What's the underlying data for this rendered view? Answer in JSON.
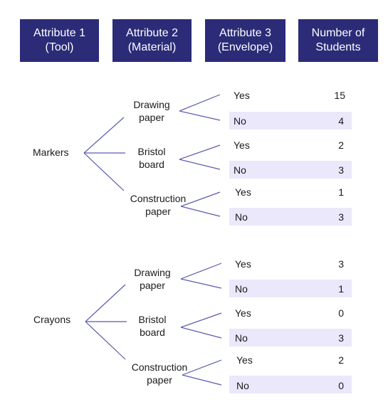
{
  "headers": [
    {
      "line1": "Attribute 1",
      "line2": "(Tool)"
    },
    {
      "line1": "Attribute 2",
      "line2": "(Material)"
    },
    {
      "line1": "Attribute 3",
      "line2": "(Envelope)"
    },
    {
      "line1": "Number of",
      "line2": "Students"
    }
  ],
  "tree": [
    {
      "tool": "Markers",
      "materials": [
        {
          "line1": "Drawing",
          "line2": "paper",
          "yes": {
            "label": "Yes",
            "count": "15"
          },
          "no": {
            "label": "No",
            "count": "4"
          }
        },
        {
          "line1": "Bristol",
          "line2": "board",
          "yes": {
            "label": "Yes",
            "count": "2"
          },
          "no": {
            "label": "No",
            "count": "3"
          }
        },
        {
          "line1": "Construction",
          "line2": "paper",
          "yes": {
            "label": "Yes",
            "count": "1"
          },
          "no": {
            "label": "No",
            "count": "3"
          }
        }
      ]
    },
    {
      "tool": "Crayons",
      "materials": [
        {
          "line1": "Drawing",
          "line2": "paper",
          "yes": {
            "label": "Yes",
            "count": "3"
          },
          "no": {
            "label": "No",
            "count": "1"
          }
        },
        {
          "line1": "Bristol",
          "line2": "board",
          "yes": {
            "label": "Yes",
            "count": "0"
          },
          "no": {
            "label": "No",
            "count": "3"
          }
        },
        {
          "line1": "Construction",
          "line2": "paper",
          "yes": {
            "label": "Yes",
            "count": "2"
          },
          "no": {
            "label": "No",
            "count": "0"
          }
        }
      ]
    }
  ],
  "colors": {
    "header_bg": "#2b2b78",
    "header_text": "#ffffff",
    "no_band": "#ebe8fb",
    "branch_line": "#5a5ab0"
  }
}
